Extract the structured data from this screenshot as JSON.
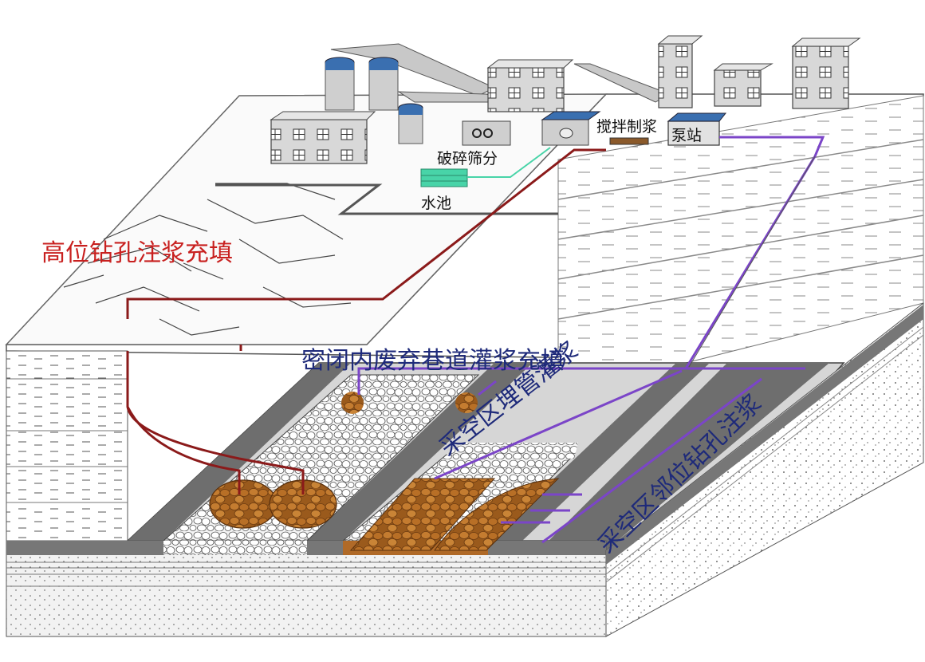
{
  "labels": {
    "high_drill": "高位钻孔注浆充填",
    "sealed_roadway": "密闭内废弃巷道灌浆充填",
    "buried_pipe": "采空区埋管灌浆",
    "adjacent_drill": "采空区邻位钻孔注浆",
    "crushing": "破碎筛分",
    "water_pool": "水池",
    "mixing": "搅拌制浆",
    "pump_station": "泵站"
  },
  "colors": {
    "red_pipe": "#8b1a1a",
    "purple_pipe": "#7b45c8",
    "label_red": "#c8201f",
    "label_blue": "#1e2a7a",
    "goaf_fill": "#b8702a",
    "coal_seam": "#707070",
    "building": "#d5d5d5",
    "tank_blue": "#3a6fb0",
    "pool_green": "#48d4a8"
  }
}
